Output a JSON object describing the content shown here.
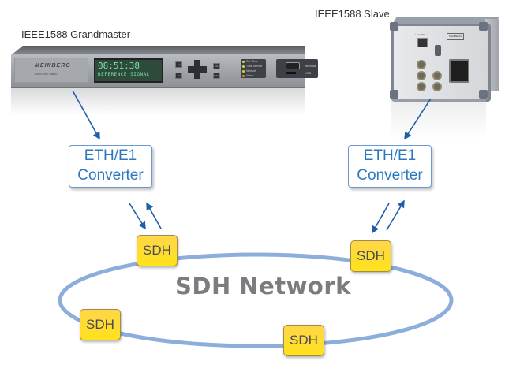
{
  "labels": {
    "grandmaster": "IEEE1588 Grandmaster",
    "slave": "IEEE1588 Slave",
    "network": "SDH Network"
  },
  "grandmaster_device": {
    "brand": "MEINBERG",
    "model": "LANTIME M600",
    "display_time": "08:51:38",
    "display_line2": "REFERENCE SIGNAL",
    "buttons": [
      "F1",
      "F2",
      "OK",
      "ESC"
    ],
    "indicators": [
      {
        "label": "Ref. Time",
        "color": "#c9d94a"
      },
      {
        "label": "Time Service",
        "color": "#c9d94a"
      },
      {
        "label": "Network",
        "color": "#c9d94a"
      },
      {
        "label": "Alarm",
        "color": "#f08a30"
      }
    ],
    "ports": [
      "Terminal",
      "USB"
    ]
  },
  "slave_device": {
    "brand": "MEINBERG",
    "port_label": "LAN PTP"
  },
  "converters": [
    {
      "line1": "ETH/E1",
      "line2": "Converter"
    },
    {
      "line1": "ETH/E1",
      "line2": "Converter"
    }
  ],
  "sdh_nodes": [
    {
      "label": "SDH"
    },
    {
      "label": "SDH"
    },
    {
      "label": "SDH"
    },
    {
      "label": "SDH"
    }
  ],
  "colors": {
    "arrow": "#1f5ea8",
    "ring": "#8daedb",
    "converter_text": "#2c78bf",
    "sdh_fill": "#ffdc2e",
    "network_text": "#7b7c80"
  }
}
